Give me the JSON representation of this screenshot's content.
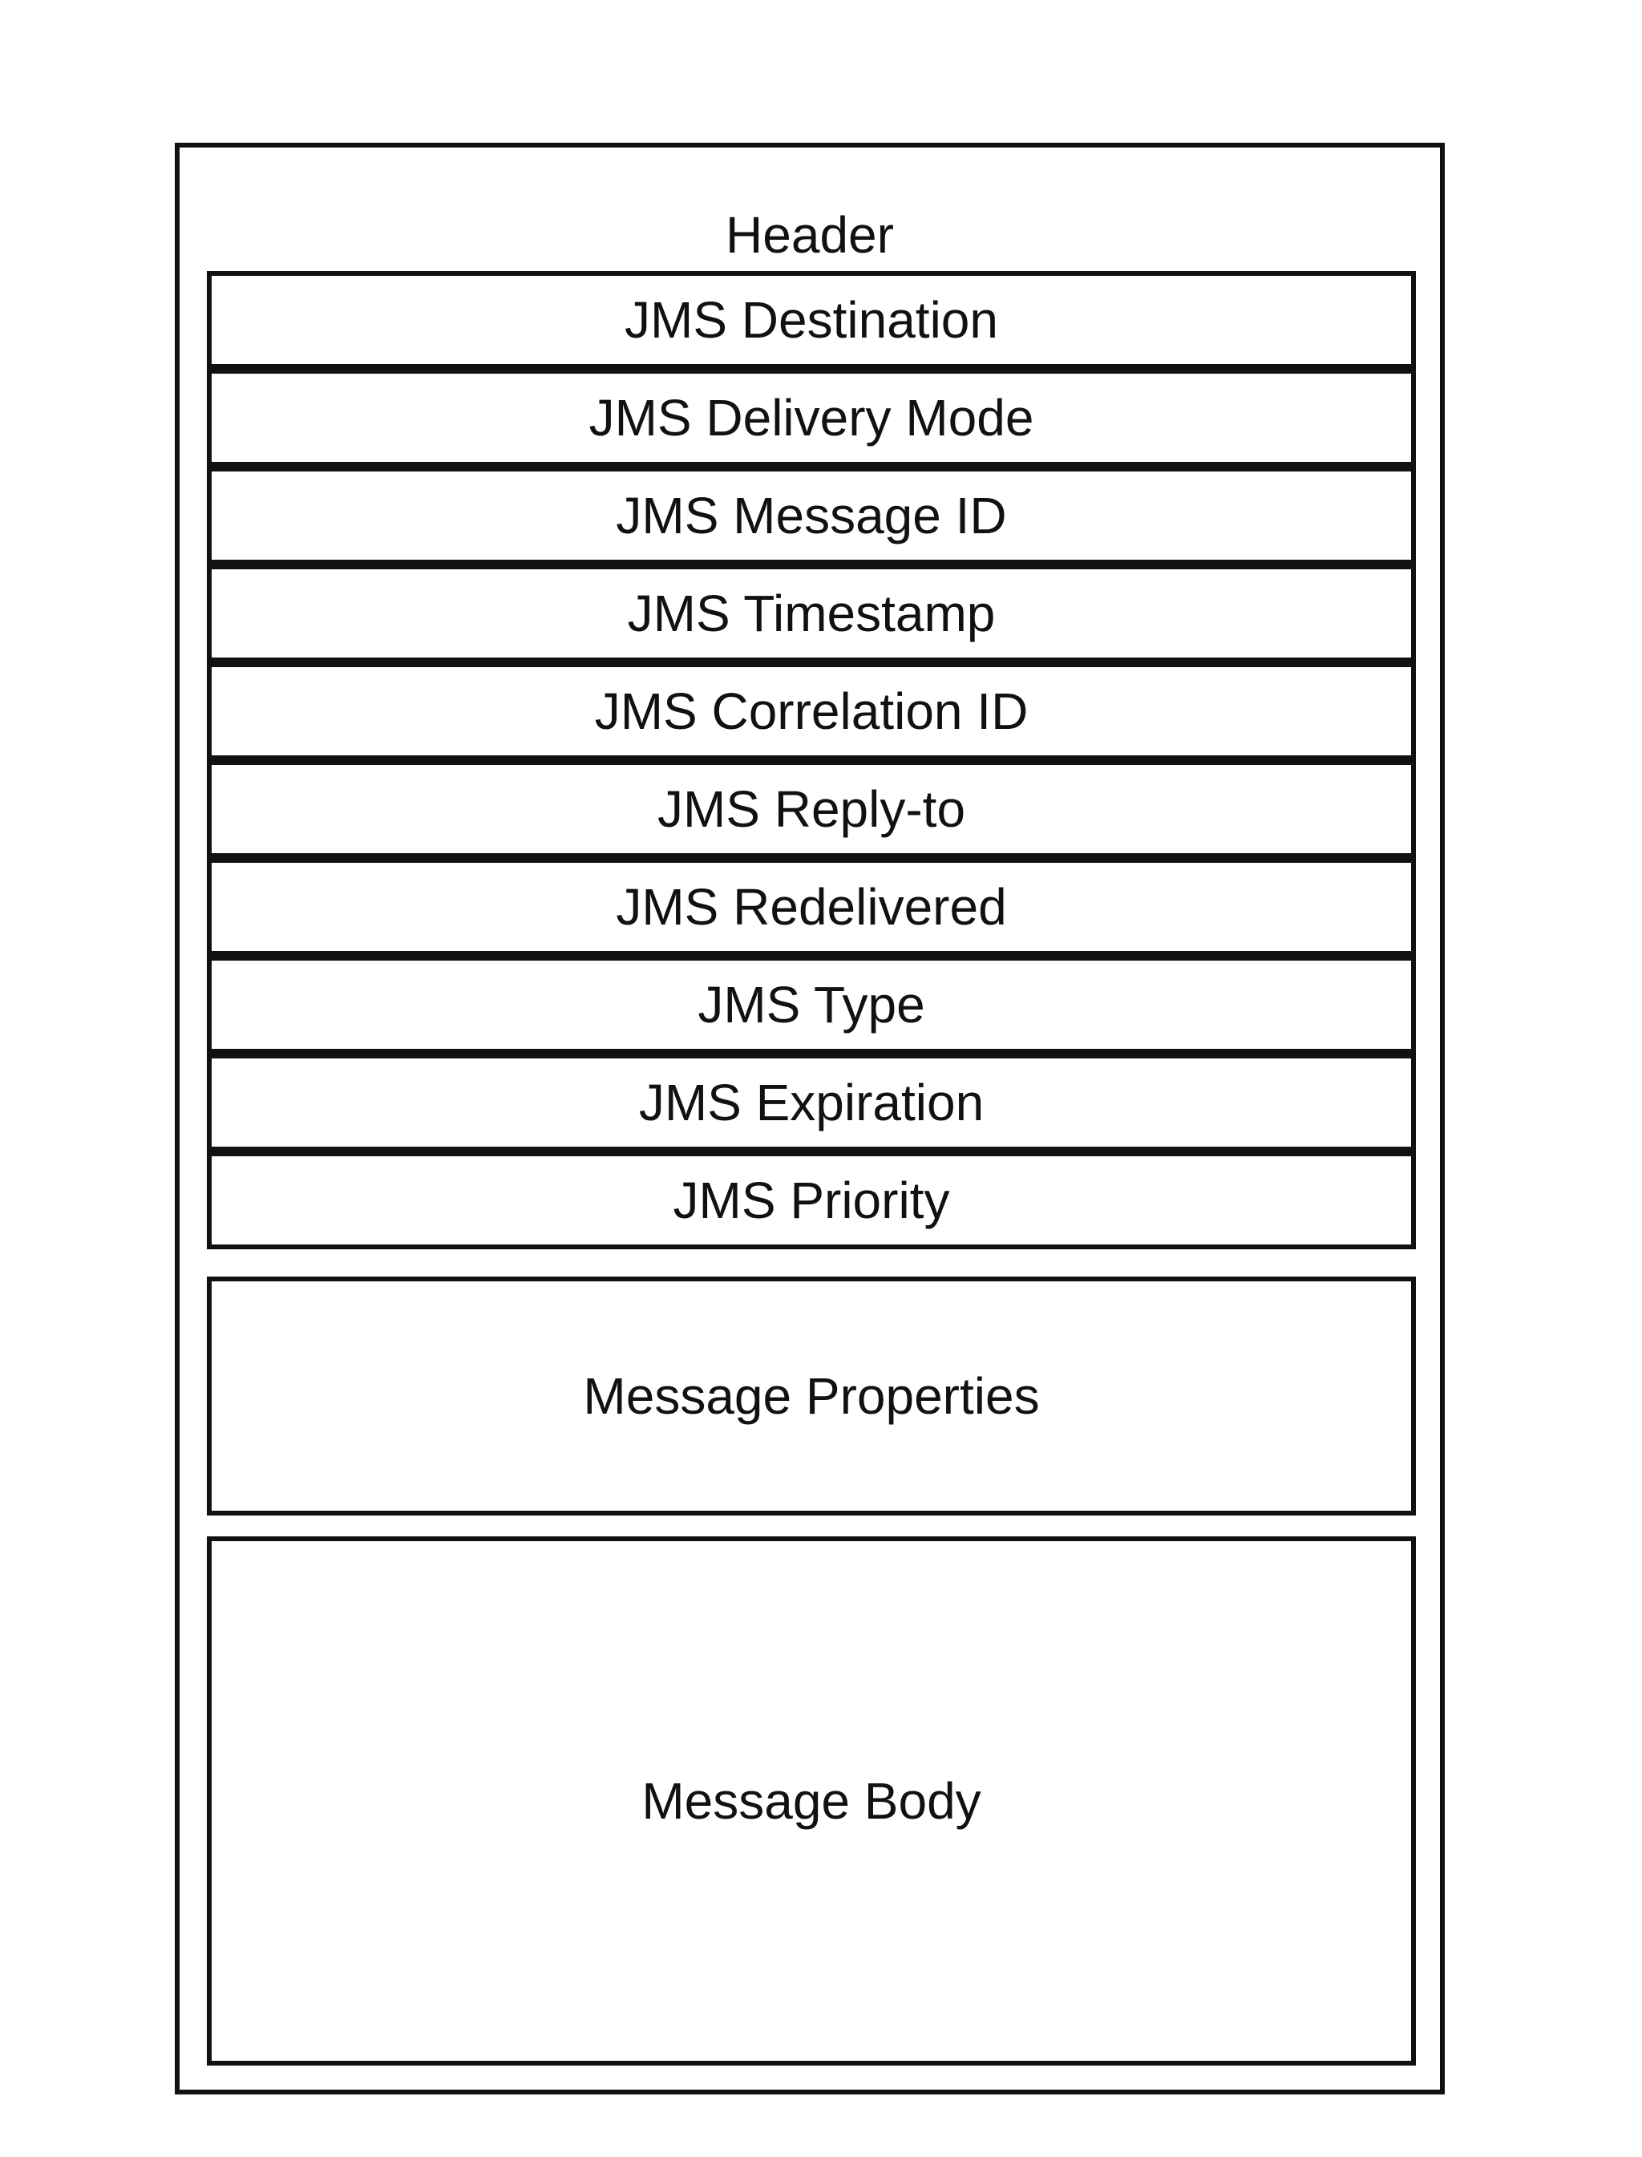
{
  "diagram": {
    "header_title": "Header",
    "header_fields": [
      "JMS Destination",
      "JMS Delivery Mode",
      "JMS Message ID",
      "JMS Timestamp",
      "JMS Correlation ID",
      "JMS Reply-to",
      "JMS Redelivered",
      "JMS Type",
      "JMS Expiration",
      "JMS Priority"
    ],
    "properties_label": "Message Properties",
    "body_label": "Message Body"
  }
}
